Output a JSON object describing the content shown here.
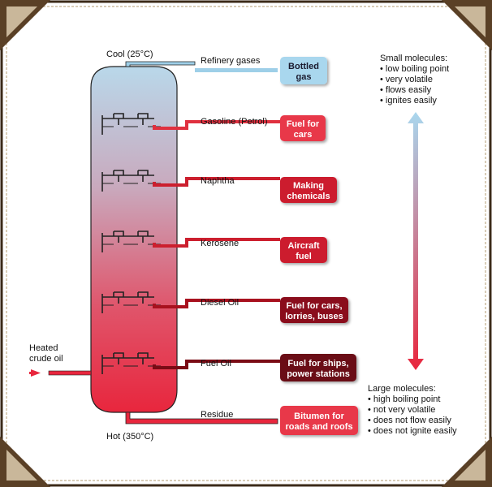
{
  "colors": {
    "frame_border": "#4a3420",
    "paper": "#ffffff",
    "column_top": "#b9d8ea",
    "column_bottom": "#e8263d",
    "pipe_blue": "#9ecfe8",
    "box_blue": "#a9d7ee",
    "box_red": "#e8374a",
    "box_crimson": "#cc1f2e",
    "box_dark": "#8a0f1a",
    "box_maroon": "#6a0a12",
    "arrow_top": "#a9d7ee",
    "arrow_bottom": "#e8263d"
  },
  "column": {
    "top_label": "Cool (25°C)",
    "bottom_label": "Hot (350°C)"
  },
  "input": {
    "label_line1": "Heated",
    "label_line2": "crude oil"
  },
  "fractions": [
    {
      "name": "Refinery gases",
      "use_line1": "Bottled",
      "use_line2": "gas",
      "style": "blue"
    },
    {
      "name": "Gasoline (Petrol)",
      "use_line1": "Fuel for",
      "use_line2": "cars",
      "style": "red"
    },
    {
      "name": "Naphtha",
      "use_line1": "Making",
      "use_line2": "chemicals",
      "style": "crimson"
    },
    {
      "name": "Kerosene",
      "use_line1": "Aircraft",
      "use_line2": "fuel",
      "style": "crimson"
    },
    {
      "name": "Diesel Oil",
      "use_line1": "Fuel for cars,",
      "use_line2": "lorries, buses",
      "style": "dark"
    },
    {
      "name": "Fuel Oil",
      "use_line1": "Fuel for ships,",
      "use_line2": "power stations",
      "style": "maroon"
    },
    {
      "name": "Residue",
      "use_line1": "Bitumen for",
      "use_line2": "roads and roofs",
      "style": "red"
    }
  ],
  "small_molecules": {
    "title": "Small molecules:",
    "points": [
      "• low boiling point",
      "• very volatile",
      "• flows easily",
      "• ignites easily"
    ]
  },
  "large_molecules": {
    "title": "Large molecules:",
    "points": [
      "• high boiling point",
      "• not very volatile",
      "• does not flow easily",
      "• does not ignite easily"
    ]
  }
}
